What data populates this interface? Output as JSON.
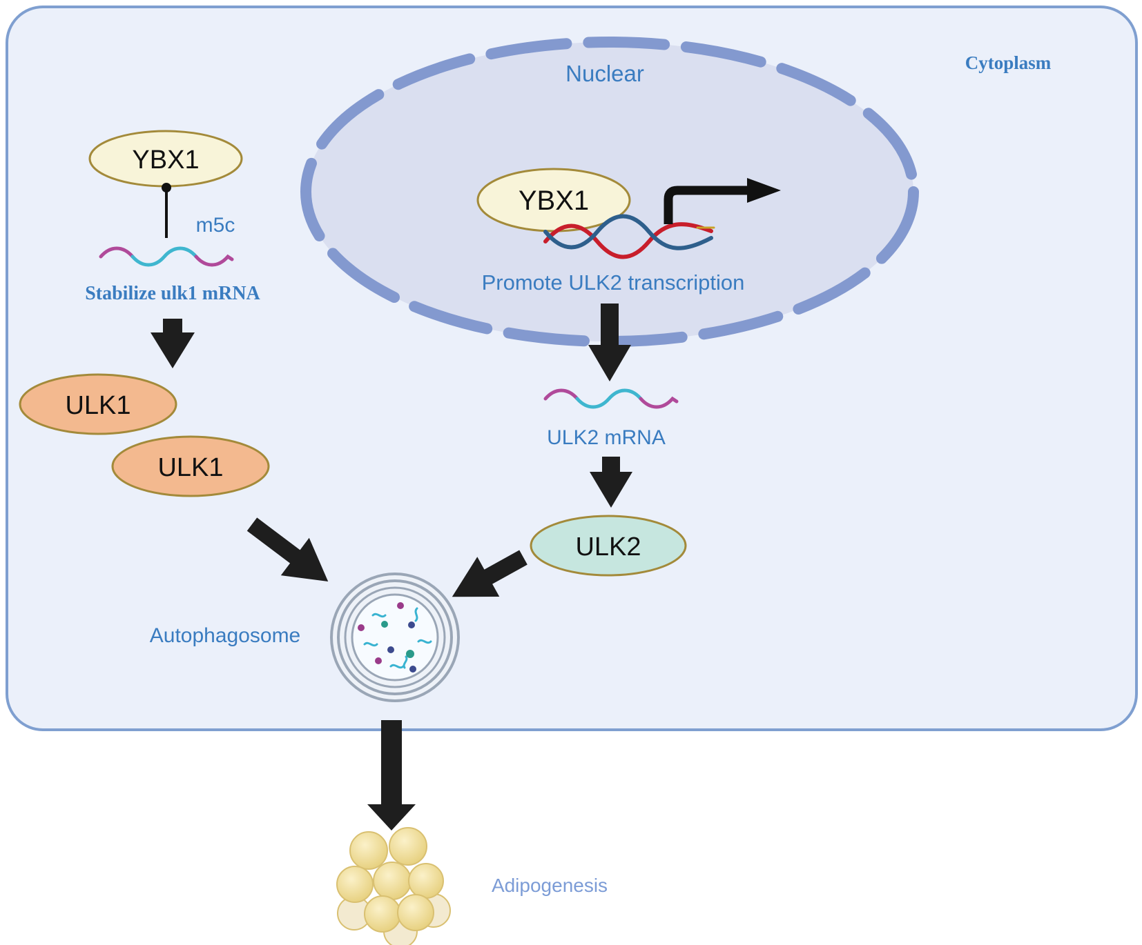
{
  "labels": {
    "cytoplasm": "Cytoplasm",
    "nuclear": "Nuclear",
    "ybx1_cyto": "YBX1",
    "m5c": "m5c",
    "stabilize": "Stabilize ulk1 mRNA",
    "ulk1_a": "ULK1",
    "ulk1_b": "ULK1",
    "ybx1_nuc": "YBX1",
    "promote": "Promote ULK2 transcription",
    "ulk2_mrna": "ULK2 mRNA",
    "ulk2": "ULK2",
    "autophagosome": "Autophagosome",
    "adipogenesis": "Adipogenesis"
  },
  "colors": {
    "cell_fill": "#ebf0fa",
    "cell_border": "#7f9fd0",
    "nucleus_fill": "#dadff0",
    "nucleus_membrane": "#8399cf",
    "label_blue": "#3a7cc0",
    "ybx1_fill": "#f8f4d9",
    "ulk1_fill": "#f3b98f",
    "ulk2_fill": "#c6e6df",
    "oval_border": "#a38a3a",
    "arrow": "#1e1e1e",
    "dna_red": "#c81e2b",
    "dna_blue": "#2e5f8c",
    "mrna_magenta": "#b04a9a",
    "mrna_cyan": "#3fb6cf",
    "fat_cell": "#f1df9e"
  }
}
